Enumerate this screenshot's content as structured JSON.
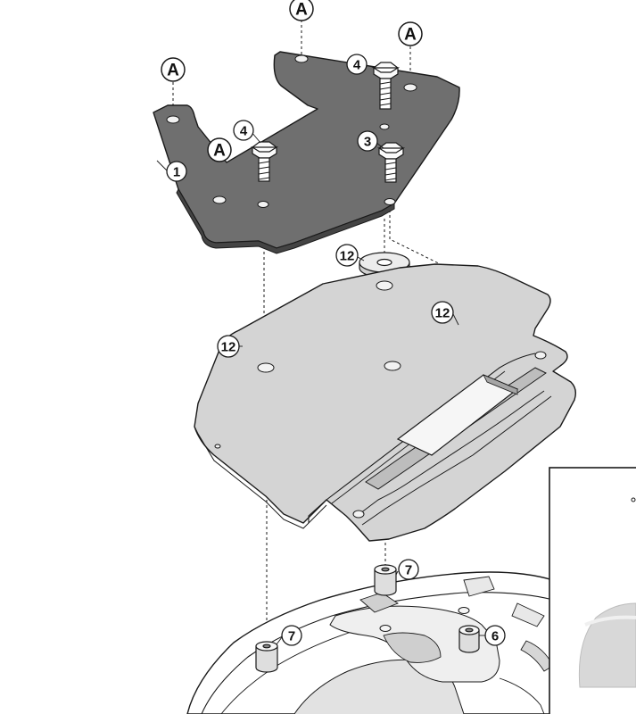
{
  "labels": {
    "a1": "A",
    "a2": "A",
    "a3": "A",
    "a4": "A",
    "p1": "1",
    "p3": "3",
    "p4a": "4",
    "p4b": "4",
    "p12a": "12",
    "p12b": "12",
    "p12c": "12",
    "p7a": "7",
    "p7b": "7",
    "p6": "6"
  },
  "colors": {
    "plate": "#6f6f6f",
    "bracket": "#d4d4d4",
    "line": "#1a1a1a",
    "washer": "#ececec",
    "spacer": "#dedede",
    "background": "#ffffff"
  },
  "icons": {
    "callout": "circled-label",
    "screw": "hex-bolt",
    "washer": "rubber-washer",
    "spacer": "cylindrical-spacer"
  }
}
